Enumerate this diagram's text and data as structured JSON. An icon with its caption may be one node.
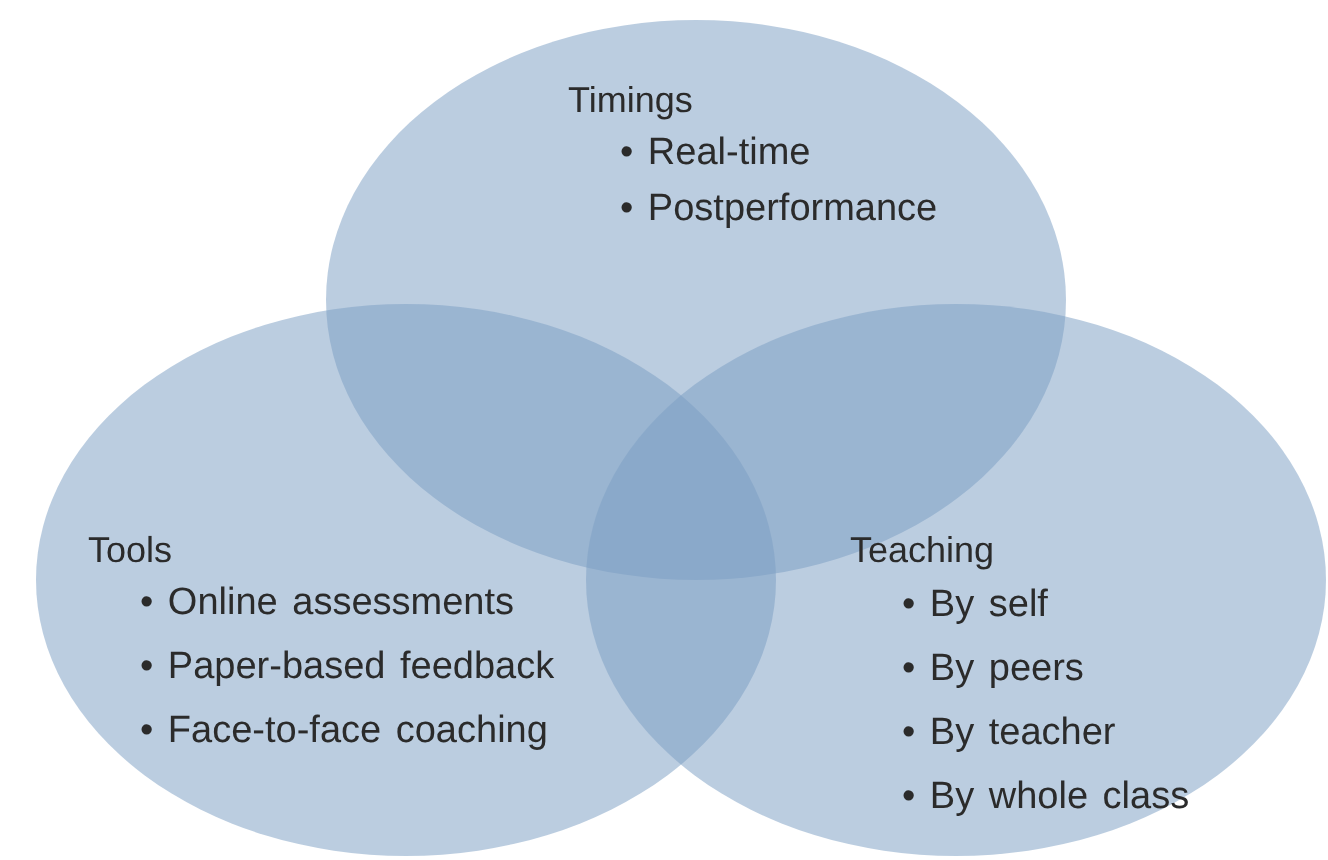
{
  "diagram": {
    "nodes": [
      {
        "text": [
          "Timings",
          "• Real-time",
          "• Postperformance"
        ]
      },
      {
        "text": [
          "Tools",
          "• Online assessments",
          "• Paper-based feedback",
          "• Face-to-face coaching"
        ]
      },
      {
        "text": [
          "Teaching",
          "• By self",
          "• By peers",
          "• By teacher",
          "• By whole class"
        ]
      }
    ]
  }
}
